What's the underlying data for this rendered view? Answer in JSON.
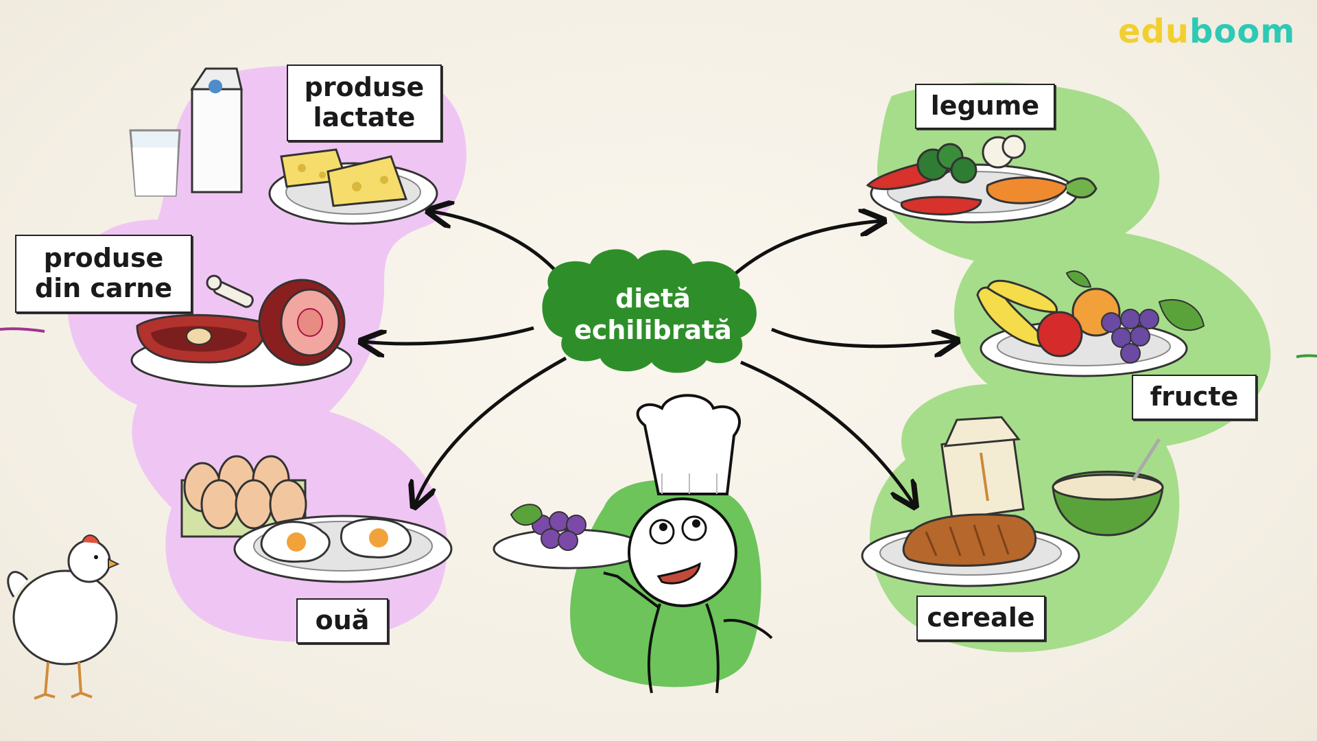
{
  "logo": {
    "part1": "edu",
    "part2": "boom",
    "color1": "#f2cf2e",
    "color2": "#2ec9b4"
  },
  "center": {
    "line1": "dietă",
    "line2": "echilibrată",
    "color": "#2e8f2a"
  },
  "categories": {
    "dairy": "produse\nlactate",
    "meat": "produse\ndin carne",
    "eggs": "ouă",
    "vegetables": "legume",
    "fruits": "fructe",
    "cereals": "cereale"
  },
  "colors": {
    "protein_blob": "#efc6f3",
    "plant_blob": "#a6dd8a",
    "character": "#6cc45b"
  }
}
